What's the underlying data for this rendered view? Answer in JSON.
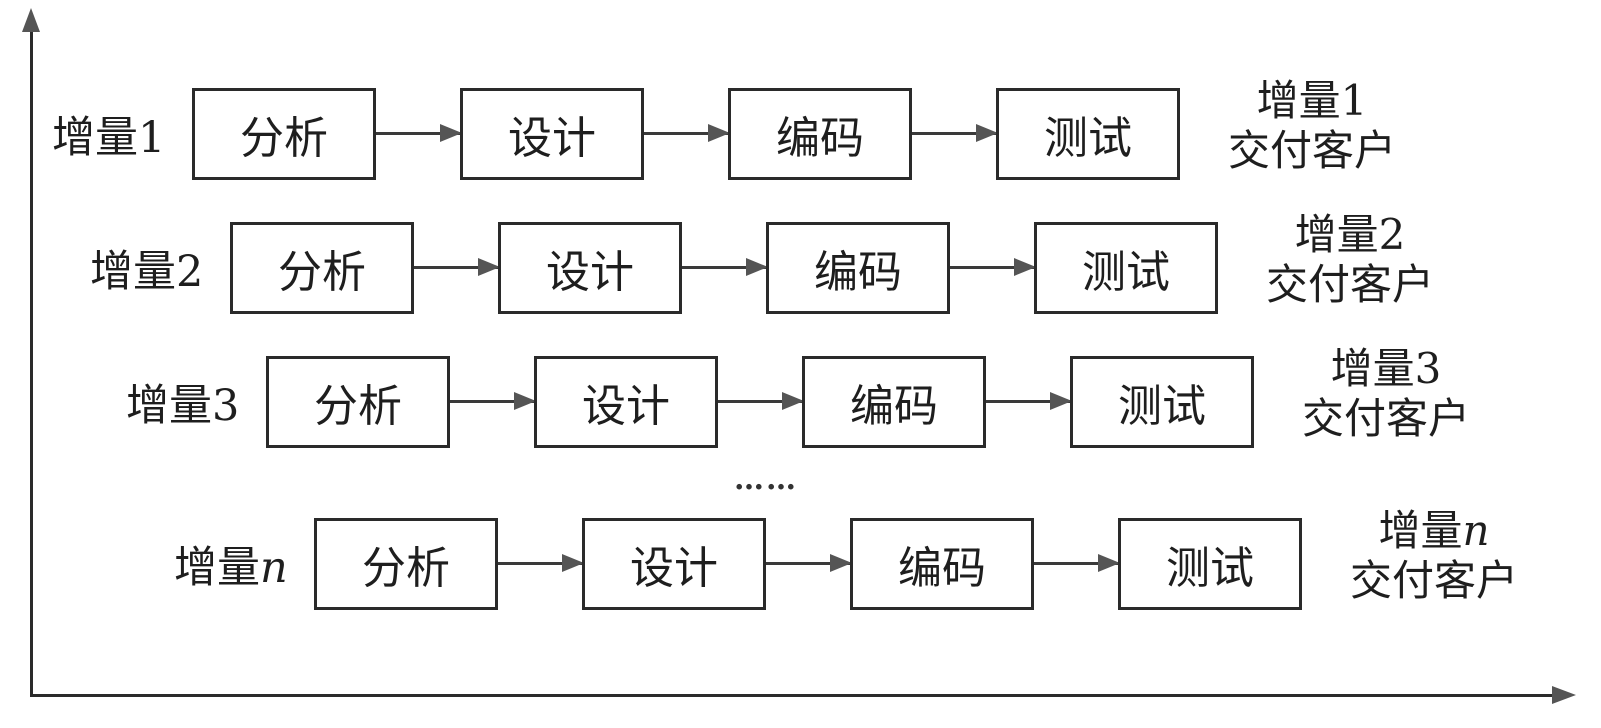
{
  "diagram": {
    "type": "incremental-model",
    "stages": [
      "分析",
      "设计",
      "编码",
      "测试"
    ],
    "rows": [
      {
        "label_prefix": "增量",
        "label_index": "1",
        "delivery_line1": "增量1",
        "delivery_line2": "交付客户"
      },
      {
        "label_prefix": "增量",
        "label_index": "2",
        "delivery_line1": "增量2",
        "delivery_line2": "交付客户"
      },
      {
        "label_prefix": "增量",
        "label_index": "3",
        "delivery_line1": "增量3",
        "delivery_line2": "交付客户"
      },
      {
        "label_prefix": "增量",
        "label_index": "n",
        "delivery_line1_prefix": "增量",
        "delivery_line1_index": "n",
        "delivery_line2": "交付客户"
      }
    ],
    "ellipsis": "……",
    "axes": {
      "y_axis": "vertical-arrow",
      "x_axis": "horizontal-arrow"
    }
  }
}
